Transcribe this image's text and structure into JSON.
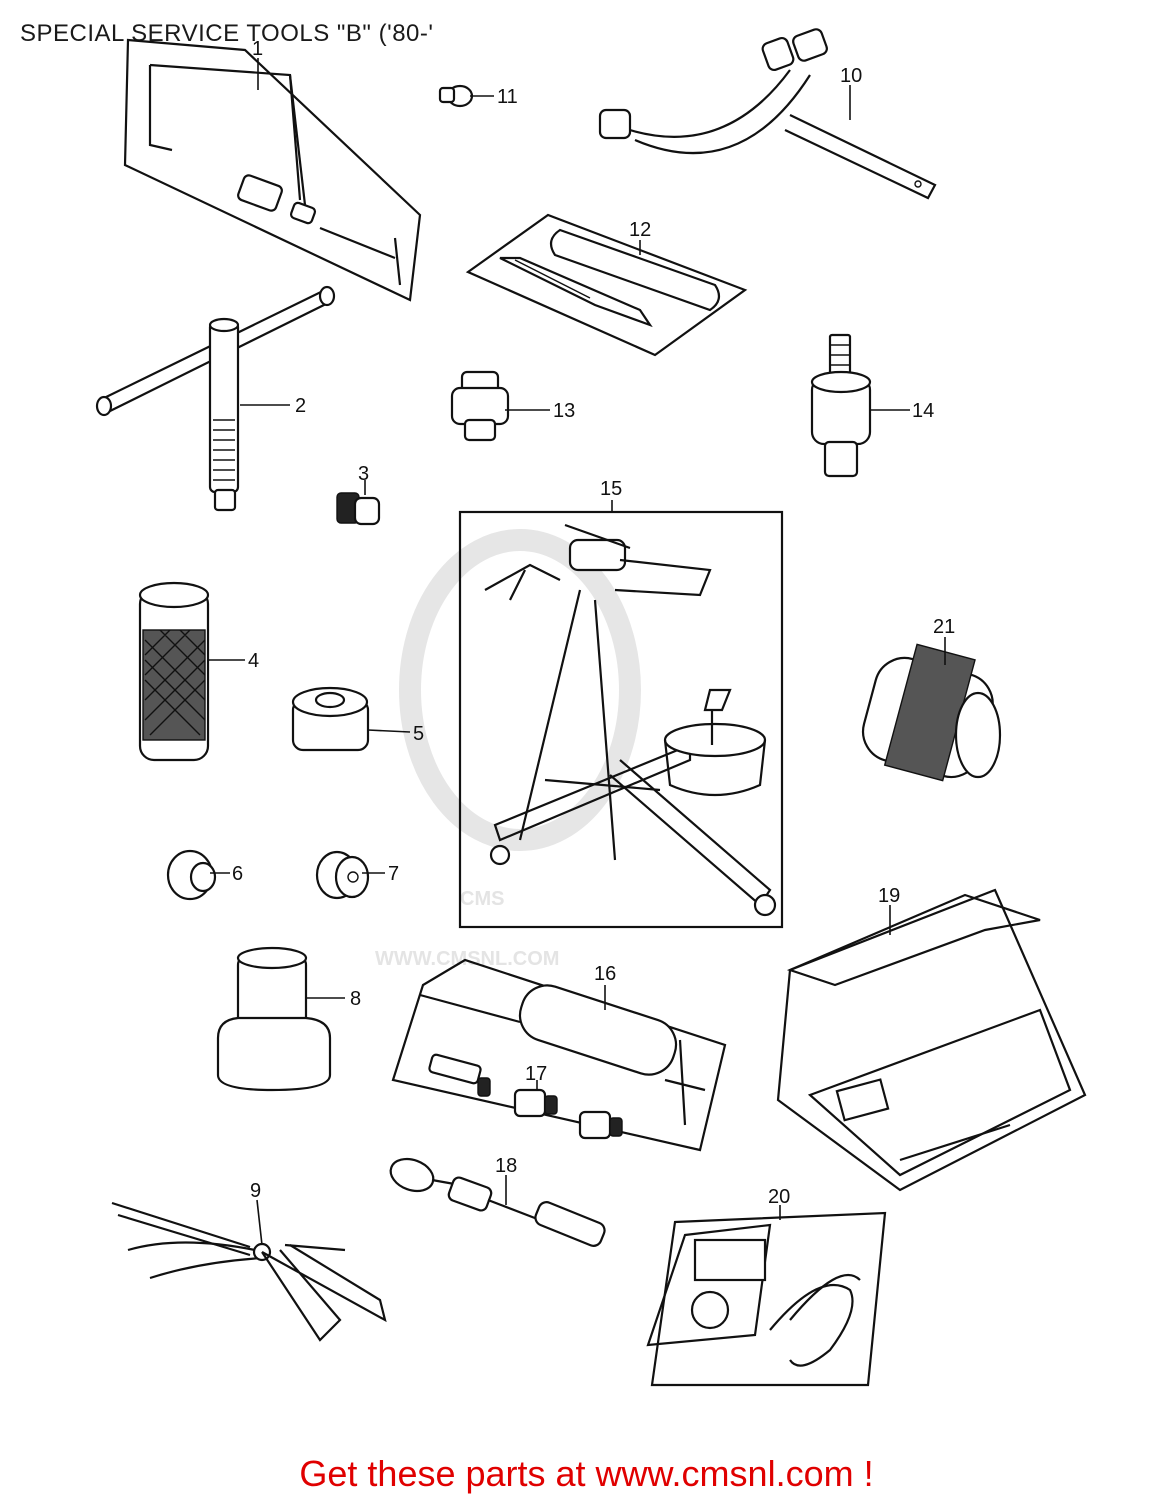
{
  "title": "SPECIAL SERVICE TOOLS \"B\" ('80-'",
  "watermark": {
    "logo_text": "CMS",
    "url_text": "WWW.CMSNL.COM"
  },
  "callouts": {
    "p1": "1",
    "p2": "2",
    "p3": "3",
    "p4": "4",
    "p5": "5",
    "p6": "6",
    "p7": "7",
    "p8": "8",
    "p9": "9",
    "p10": "10",
    "p11": "11",
    "p12": "12",
    "p13": "13",
    "p14": "14",
    "p15": "15",
    "p16": "16",
    "p17": "17",
    "p18": "18",
    "p19": "19",
    "p20": "20",
    "p21": "21"
  },
  "footer": {
    "cta": "Get these parts at www.cmsnl.com !"
  },
  "colors": {
    "cta": "#e00000",
    "watermark": "#e4e4e4",
    "line": "#111111"
  }
}
